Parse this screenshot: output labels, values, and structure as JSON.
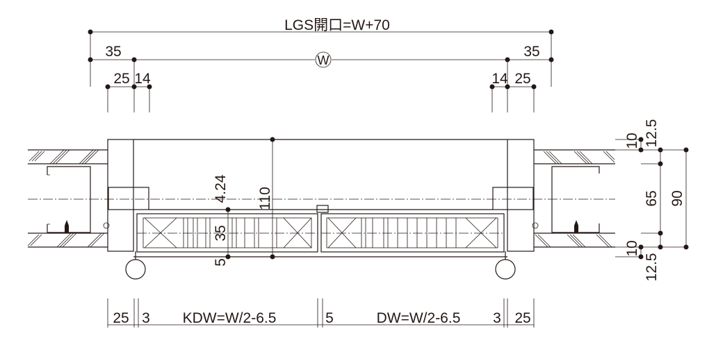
{
  "title": "LGS開口=W+70",
  "width_symbol": "W",
  "top_dims": {
    "left_outer": "35",
    "right_outer": "35",
    "left_a": "25",
    "left_b": "14",
    "right_b": "14",
    "right_a": "25"
  },
  "section_dims": {
    "height": "110",
    "offset_top": "4.24",
    "panel": "35",
    "offset_bottom": "5"
  },
  "wall_dims": {
    "top_10": "10",
    "top_12_5": "12.5",
    "stud": "65",
    "total": "90",
    "bottom_10": "10",
    "bottom_12_5": "12.5"
  },
  "bottom_dims": {
    "left_25": "25",
    "left_3": "3",
    "kdw": "KDW=W/2-6.5",
    "gap_5": "5",
    "dw": "DW=W/2-6.5",
    "right_3": "3",
    "right_25": "25"
  }
}
